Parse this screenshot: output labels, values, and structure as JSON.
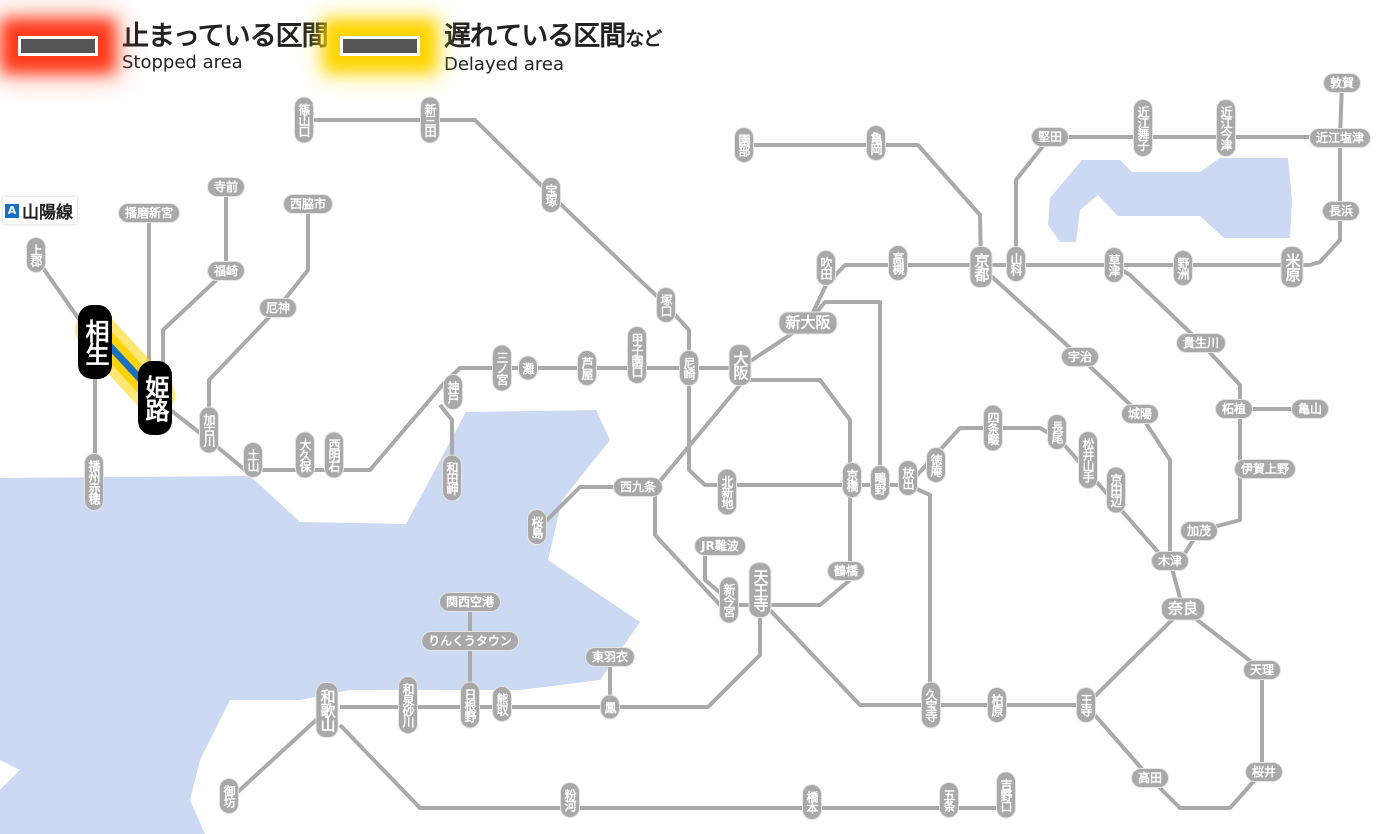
{
  "legend": {
    "stopped": {
      "jp": "止まっている区間",
      "en": "Stopped area",
      "color": "#ff3a1a"
    },
    "delayed": {
      "jp": "遅れている区間",
      "jp_suffix": "など",
      "en": "Delayed area",
      "color": "#ffd400"
    }
  },
  "line_tag": {
    "badge": "A",
    "name": "山陽線",
    "color": "#1570c8"
  },
  "affected_segment": {
    "from": "相生",
    "to": "姫路",
    "status": "delayed",
    "line_color": "#1570c8"
  },
  "colors": {
    "line": "#aaaaaa",
    "water": "#ccd9f3",
    "highlight_station": "#000000"
  },
  "stations": [
    {
      "name": "篠山口"
    },
    {
      "name": "新三田"
    },
    {
      "name": "宝塚"
    },
    {
      "name": "塚口"
    },
    {
      "name": "尼崎"
    },
    {
      "name": "甲子園口"
    },
    {
      "name": "芦屋"
    },
    {
      "name": "灘"
    },
    {
      "name": "三ノ宮"
    },
    {
      "name": "神戸"
    },
    {
      "name": "和田岬"
    },
    {
      "name": "西明石"
    },
    {
      "name": "大久保"
    },
    {
      "name": "土山"
    },
    {
      "name": "加古川"
    },
    {
      "name": "厄神"
    },
    {
      "name": "西脇市"
    },
    {
      "name": "寺前"
    },
    {
      "name": "福崎"
    },
    {
      "name": "播磨新宮"
    },
    {
      "name": "上郡"
    },
    {
      "name": "相生",
      "highlight": true
    },
    {
      "name": "姫路",
      "highlight": true
    },
    {
      "name": "播州赤穂"
    },
    {
      "name": "大阪"
    },
    {
      "name": "新大阪"
    },
    {
      "name": "吹田"
    },
    {
      "name": "高槻"
    },
    {
      "name": "京都"
    },
    {
      "name": "山科"
    },
    {
      "name": "園部"
    },
    {
      "name": "亀岡"
    },
    {
      "name": "堅田"
    },
    {
      "name": "近江舞子"
    },
    {
      "name": "近江今津"
    },
    {
      "name": "近江塩津"
    },
    {
      "name": "敦賀"
    },
    {
      "name": "長浜"
    },
    {
      "name": "米原"
    },
    {
      "name": "野洲"
    },
    {
      "name": "草津"
    },
    {
      "name": "貴生川"
    },
    {
      "name": "宇治"
    },
    {
      "name": "柘植"
    },
    {
      "name": "亀山"
    },
    {
      "name": "城陽"
    },
    {
      "name": "伊賀上野"
    },
    {
      "name": "京田辺"
    },
    {
      "name": "松井山手"
    },
    {
      "name": "長尾"
    },
    {
      "name": "四条畷"
    },
    {
      "name": "徳庵"
    },
    {
      "name": "放出"
    },
    {
      "name": "鴫野"
    },
    {
      "name": "京橋"
    },
    {
      "name": "北新地"
    },
    {
      "name": "加茂"
    },
    {
      "name": "木津"
    },
    {
      "name": "奈良"
    },
    {
      "name": "天理"
    },
    {
      "name": "桜井"
    },
    {
      "name": "高田"
    },
    {
      "name": "王寺"
    },
    {
      "name": "柏原"
    },
    {
      "name": "久宝寺"
    },
    {
      "name": "鶴橋"
    },
    {
      "name": "天王寺"
    },
    {
      "name": "新今宮"
    },
    {
      "name": "JR難波"
    },
    {
      "name": "西九条"
    },
    {
      "name": "桜島"
    },
    {
      "name": "関西空港"
    },
    {
      "name": "りんくうタウン"
    },
    {
      "name": "東羽衣"
    },
    {
      "name": "鳳"
    },
    {
      "name": "熊取"
    },
    {
      "name": "日根野"
    },
    {
      "name": "和泉砂川"
    },
    {
      "name": "和歌山"
    },
    {
      "name": "御坊"
    },
    {
      "name": "粉河"
    },
    {
      "name": "橋本"
    },
    {
      "name": "五条"
    },
    {
      "name": "吉野口"
    }
  ]
}
